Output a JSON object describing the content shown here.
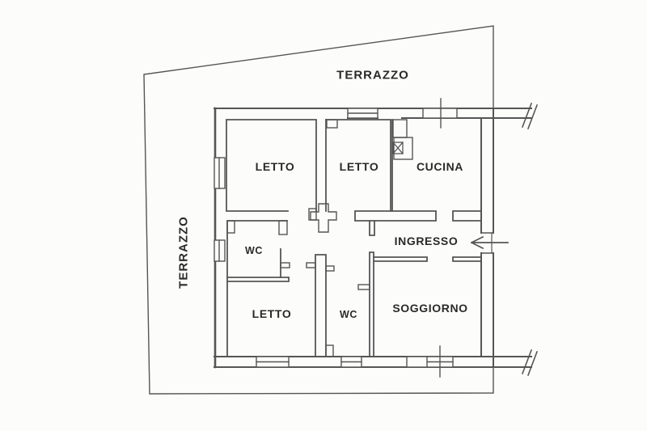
{
  "plan": {
    "title": "apartment-floor-plan",
    "labels": {
      "terrazzo_top": "TERRAZZO",
      "terrazzo_left": "TERRAZZO",
      "letto_top_left": "LETTO",
      "letto_top_middle": "LETTO",
      "cucina": "CUCINA",
      "wc_upper": "WC",
      "ingresso": "INGRESSO",
      "letto_bottom": "LETTO",
      "wc_lower": "WC",
      "soggiorno": "SOGGIORNO"
    },
    "colors": {
      "wall": "#555555",
      "text": "#2a2a2a",
      "background": "#fcfcfb"
    },
    "icons": {
      "entrance_arrow": "left-arrow",
      "kitchen_fixture": "x-box-sink"
    }
  }
}
